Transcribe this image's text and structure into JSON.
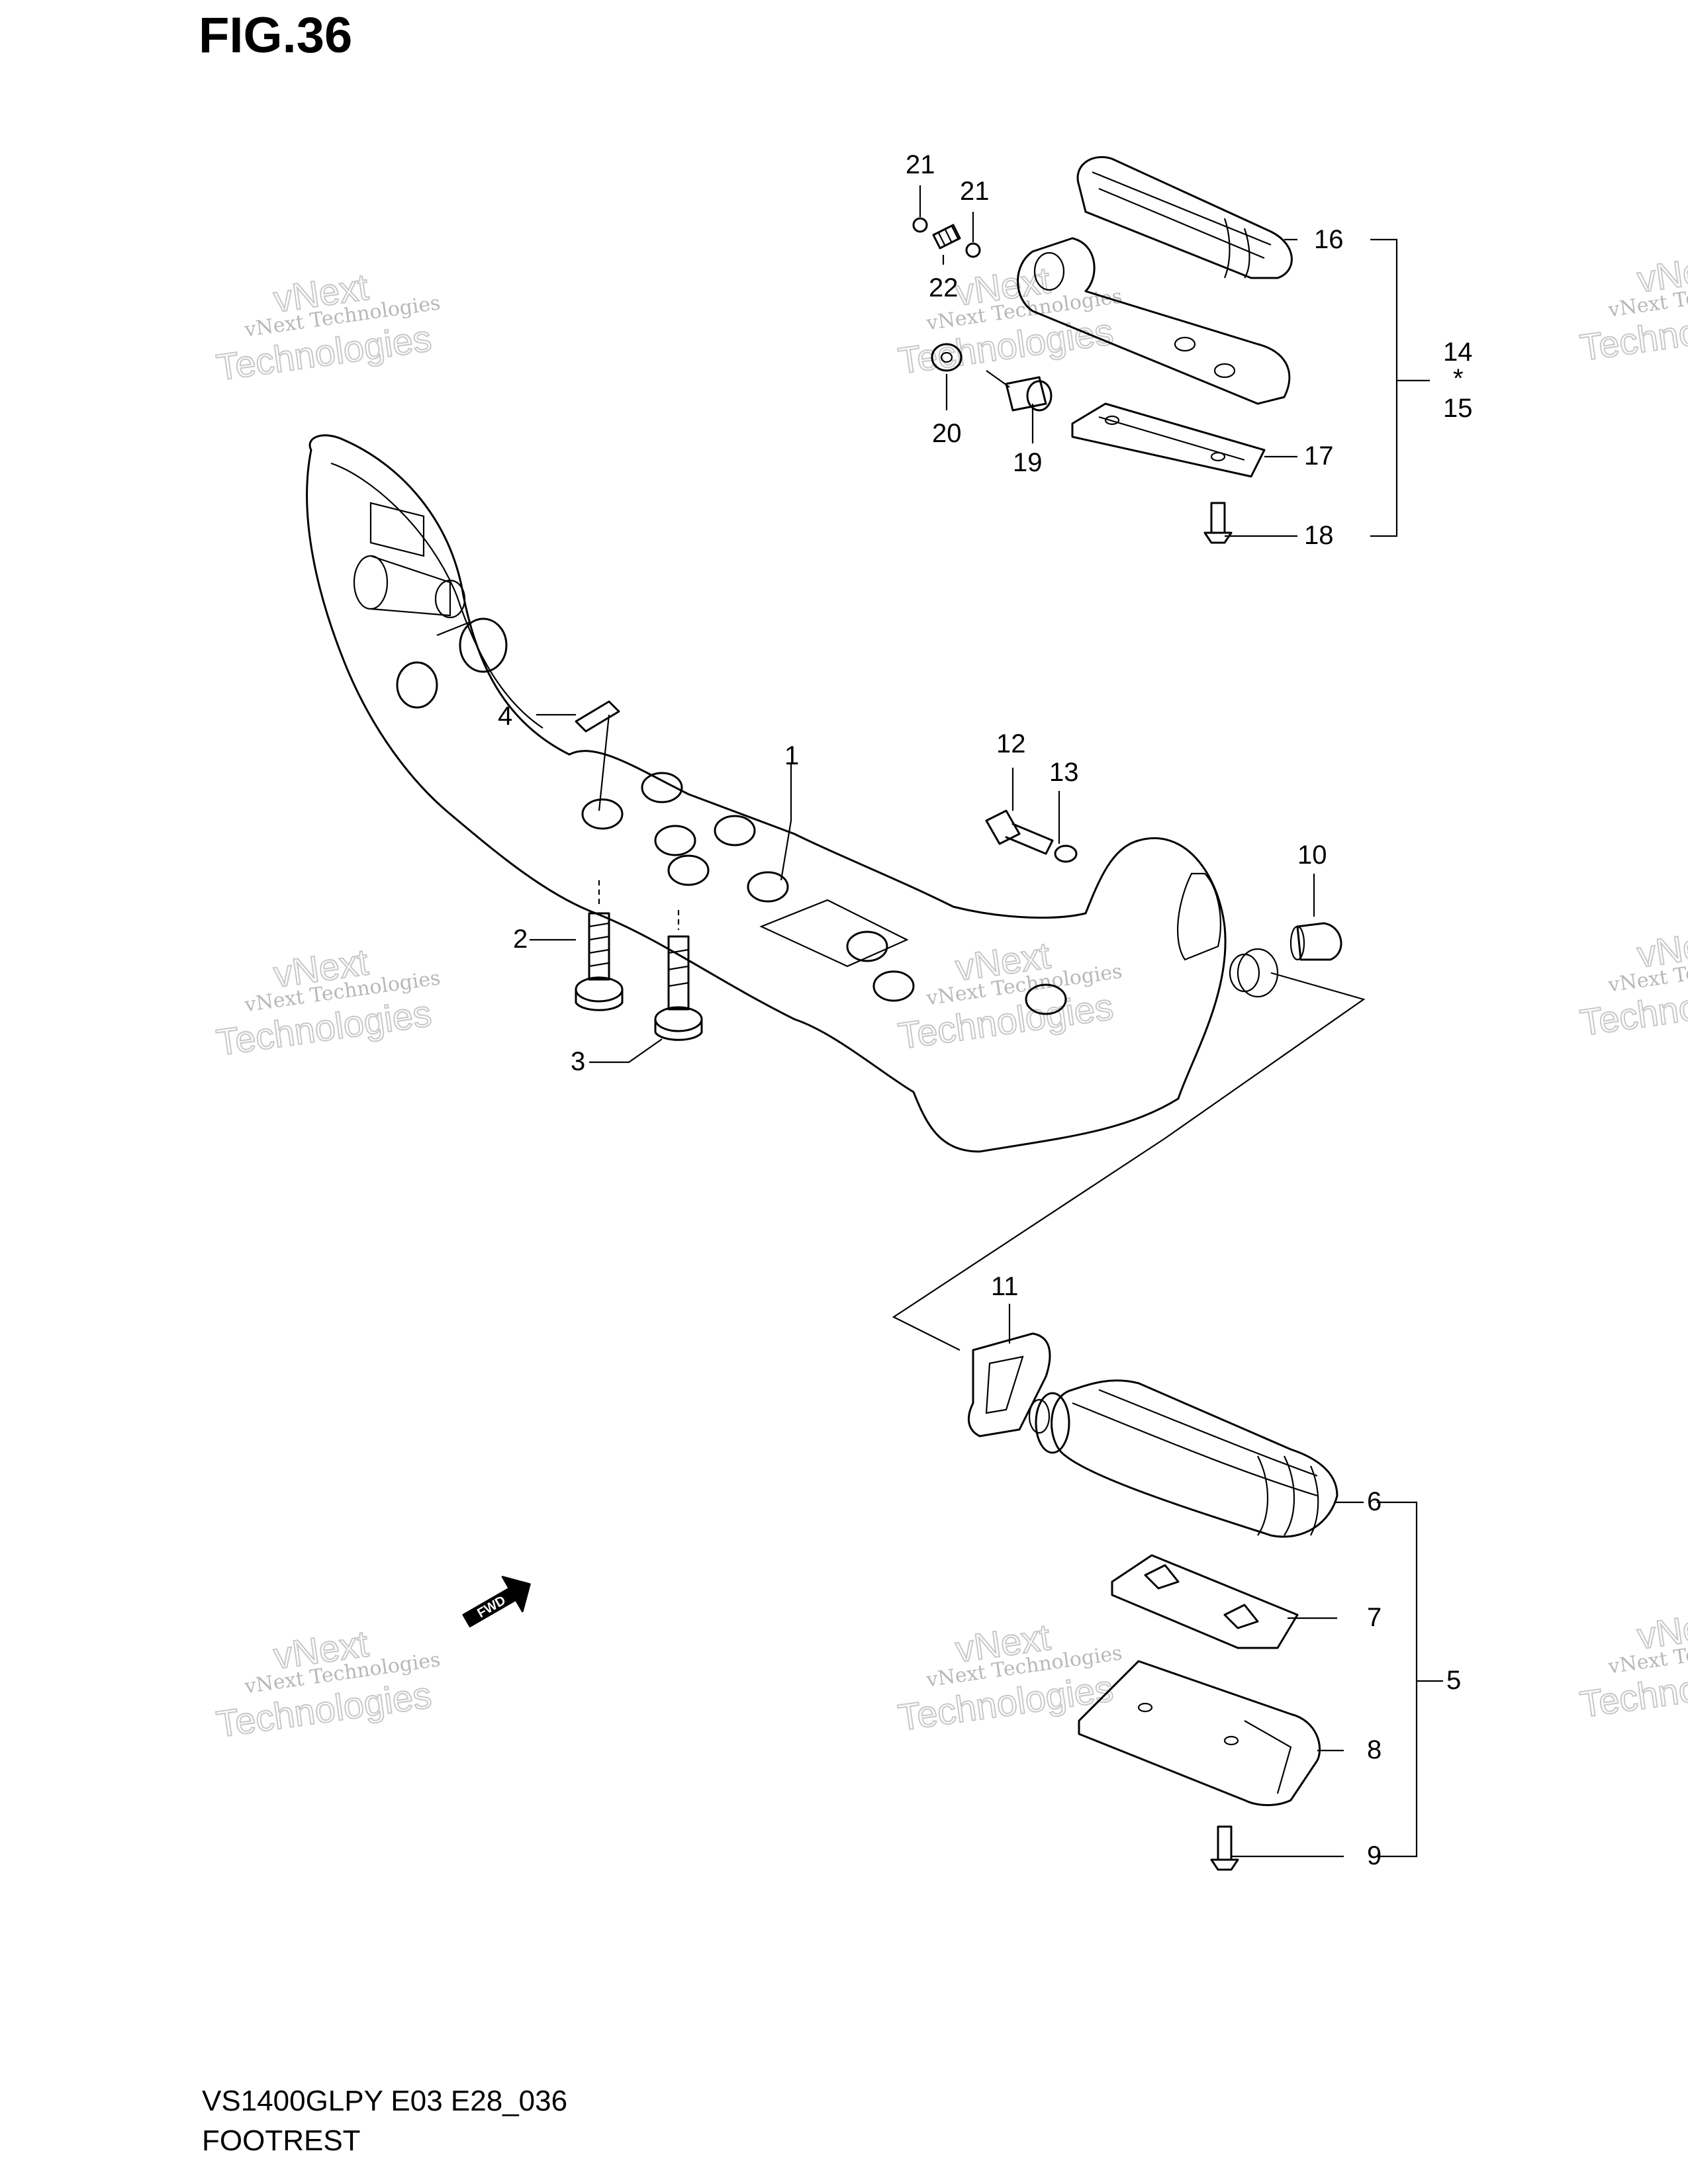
{
  "figure": {
    "title": "FIG.36",
    "model_code": "VS1400GLPY E03 E28_036",
    "name": "FOOTREST"
  },
  "watermark": {
    "line1": "vNext Technologies",
    "line2": "vNext",
    "line3": "Technologies"
  },
  "callouts": {
    "p1": "1",
    "p2": "2",
    "p3": "3",
    "p4": "4",
    "p5": "5",
    "p6": "6",
    "p7": "7",
    "p8": "8",
    "p9": "9",
    "p10": "10",
    "p11": "11",
    "p12": "12",
    "p13": "13",
    "p14": "14",
    "p15": "15",
    "p16": "16",
    "p17": "17",
    "p18": "18",
    "p19": "19",
    "p20": "20",
    "p21a": "21",
    "p21b": "21",
    "p22": "22",
    "asterisk": "*"
  },
  "fwd_badge": "FWD"
}
